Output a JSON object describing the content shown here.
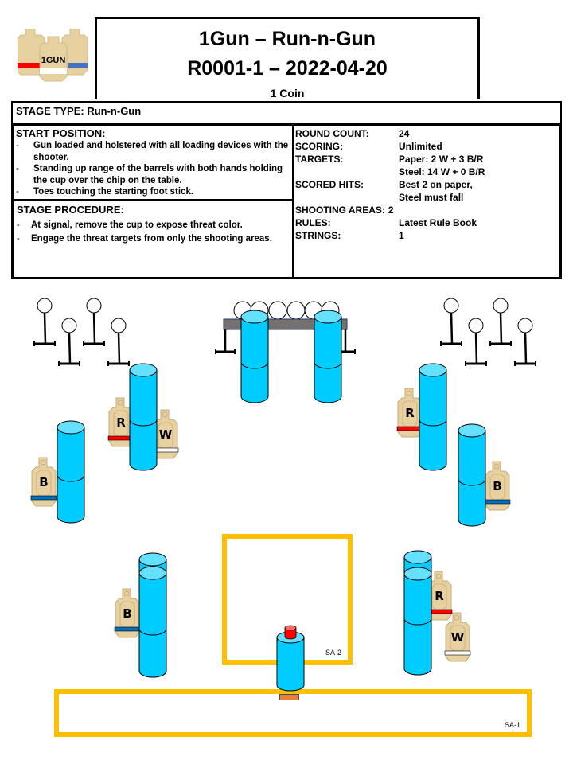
{
  "header": {
    "logo_text": "1GUN",
    "title_line1": "1Gun – Run-n-Gun",
    "title_line2": "R0001-1 – 2022-04-20",
    "title_line3": "1 Coin"
  },
  "stage_type": "STAGE TYPE: Run-n-Gun",
  "start_position": {
    "heading": "START POSITION:",
    "items": [
      "Gun loaded and holstered with all loading devices with the shooter.",
      "Standing up range of the barrels with both hands holding the cup over the chip on the table.",
      "Toes touching the starting foot stick."
    ]
  },
  "stage_procedure": {
    "heading": "STAGE PROCEDURE:",
    "items": [
      "At signal, remove the cup to expose threat color.",
      "Engage the threat targets from only the shooting areas."
    ]
  },
  "specs": [
    {
      "label": "ROUND COUNT:",
      "value": "24"
    },
    {
      "label": "SCORING:",
      "value": "Unlimited"
    },
    {
      "label": "TARGETS:",
      "value": "Paper: 2 W + 3 B/R"
    },
    {
      "label": "",
      "value": "Steel: 14 W + 0 B/R"
    },
    {
      "label": "SCORED HITS:",
      "value": "Best 2 on paper,"
    },
    {
      "label": "",
      "value": "Steel must fall"
    },
    {
      "label": "SHOOTING AREAS:",
      "value": "2"
    },
    {
      "label": "RULES:",
      "value": "Latest Rule Book"
    },
    {
      "label": "STRINGS:",
      "value": "1"
    }
  ],
  "diagram": {
    "shooting_areas": [
      {
        "label": "SA-2"
      },
      {
        "label": "SA-1"
      }
    ],
    "paper_targets": [
      {
        "letter": "R",
        "band": "red"
      },
      {
        "letter": "W",
        "band": "white"
      },
      {
        "letter": "B",
        "band": "blue"
      },
      {
        "letter": "R",
        "band": "red"
      },
      {
        "letter": "B",
        "band": "blue"
      },
      {
        "letter": "B",
        "band": "blue"
      },
      {
        "letter": "R",
        "band": "red"
      },
      {
        "letter": "W",
        "band": "white"
      }
    ],
    "colors": {
      "barrel": "#00ccff",
      "barrel_top": "#66e0ff",
      "shooting_area": "#fdbf00",
      "target_tan": "#e8d1a0",
      "red": "#ff0000",
      "blue": "#0070c0",
      "white": "#ffffff",
      "rack": "#767171",
      "cup": "#ff0000",
      "chip": "#ed7d31"
    }
  }
}
